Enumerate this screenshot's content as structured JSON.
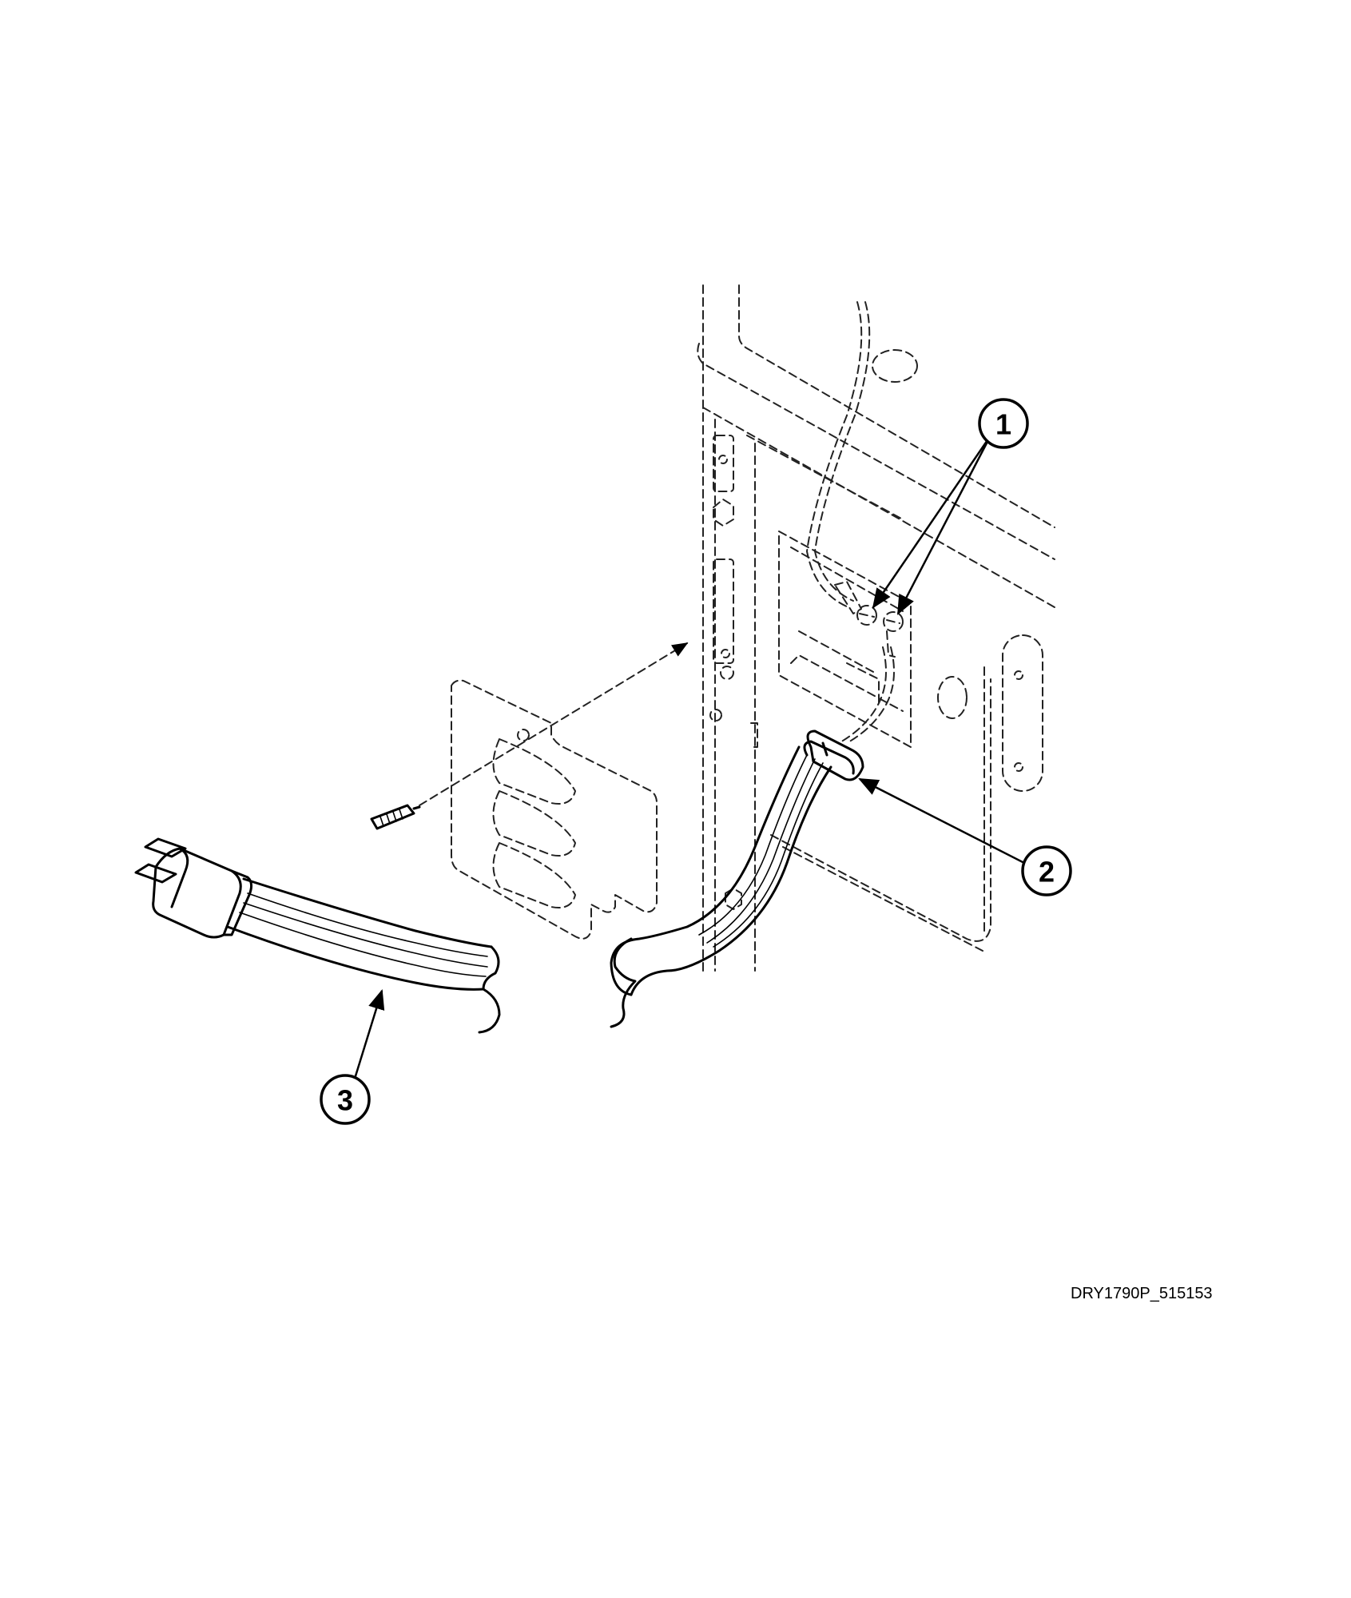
{
  "callouts": [
    {
      "id": "1",
      "label": "1"
    },
    {
      "id": "2",
      "label": "2"
    },
    {
      "id": "3",
      "label": "3"
    }
  ],
  "figure_reference": "DRY1790P_515153"
}
